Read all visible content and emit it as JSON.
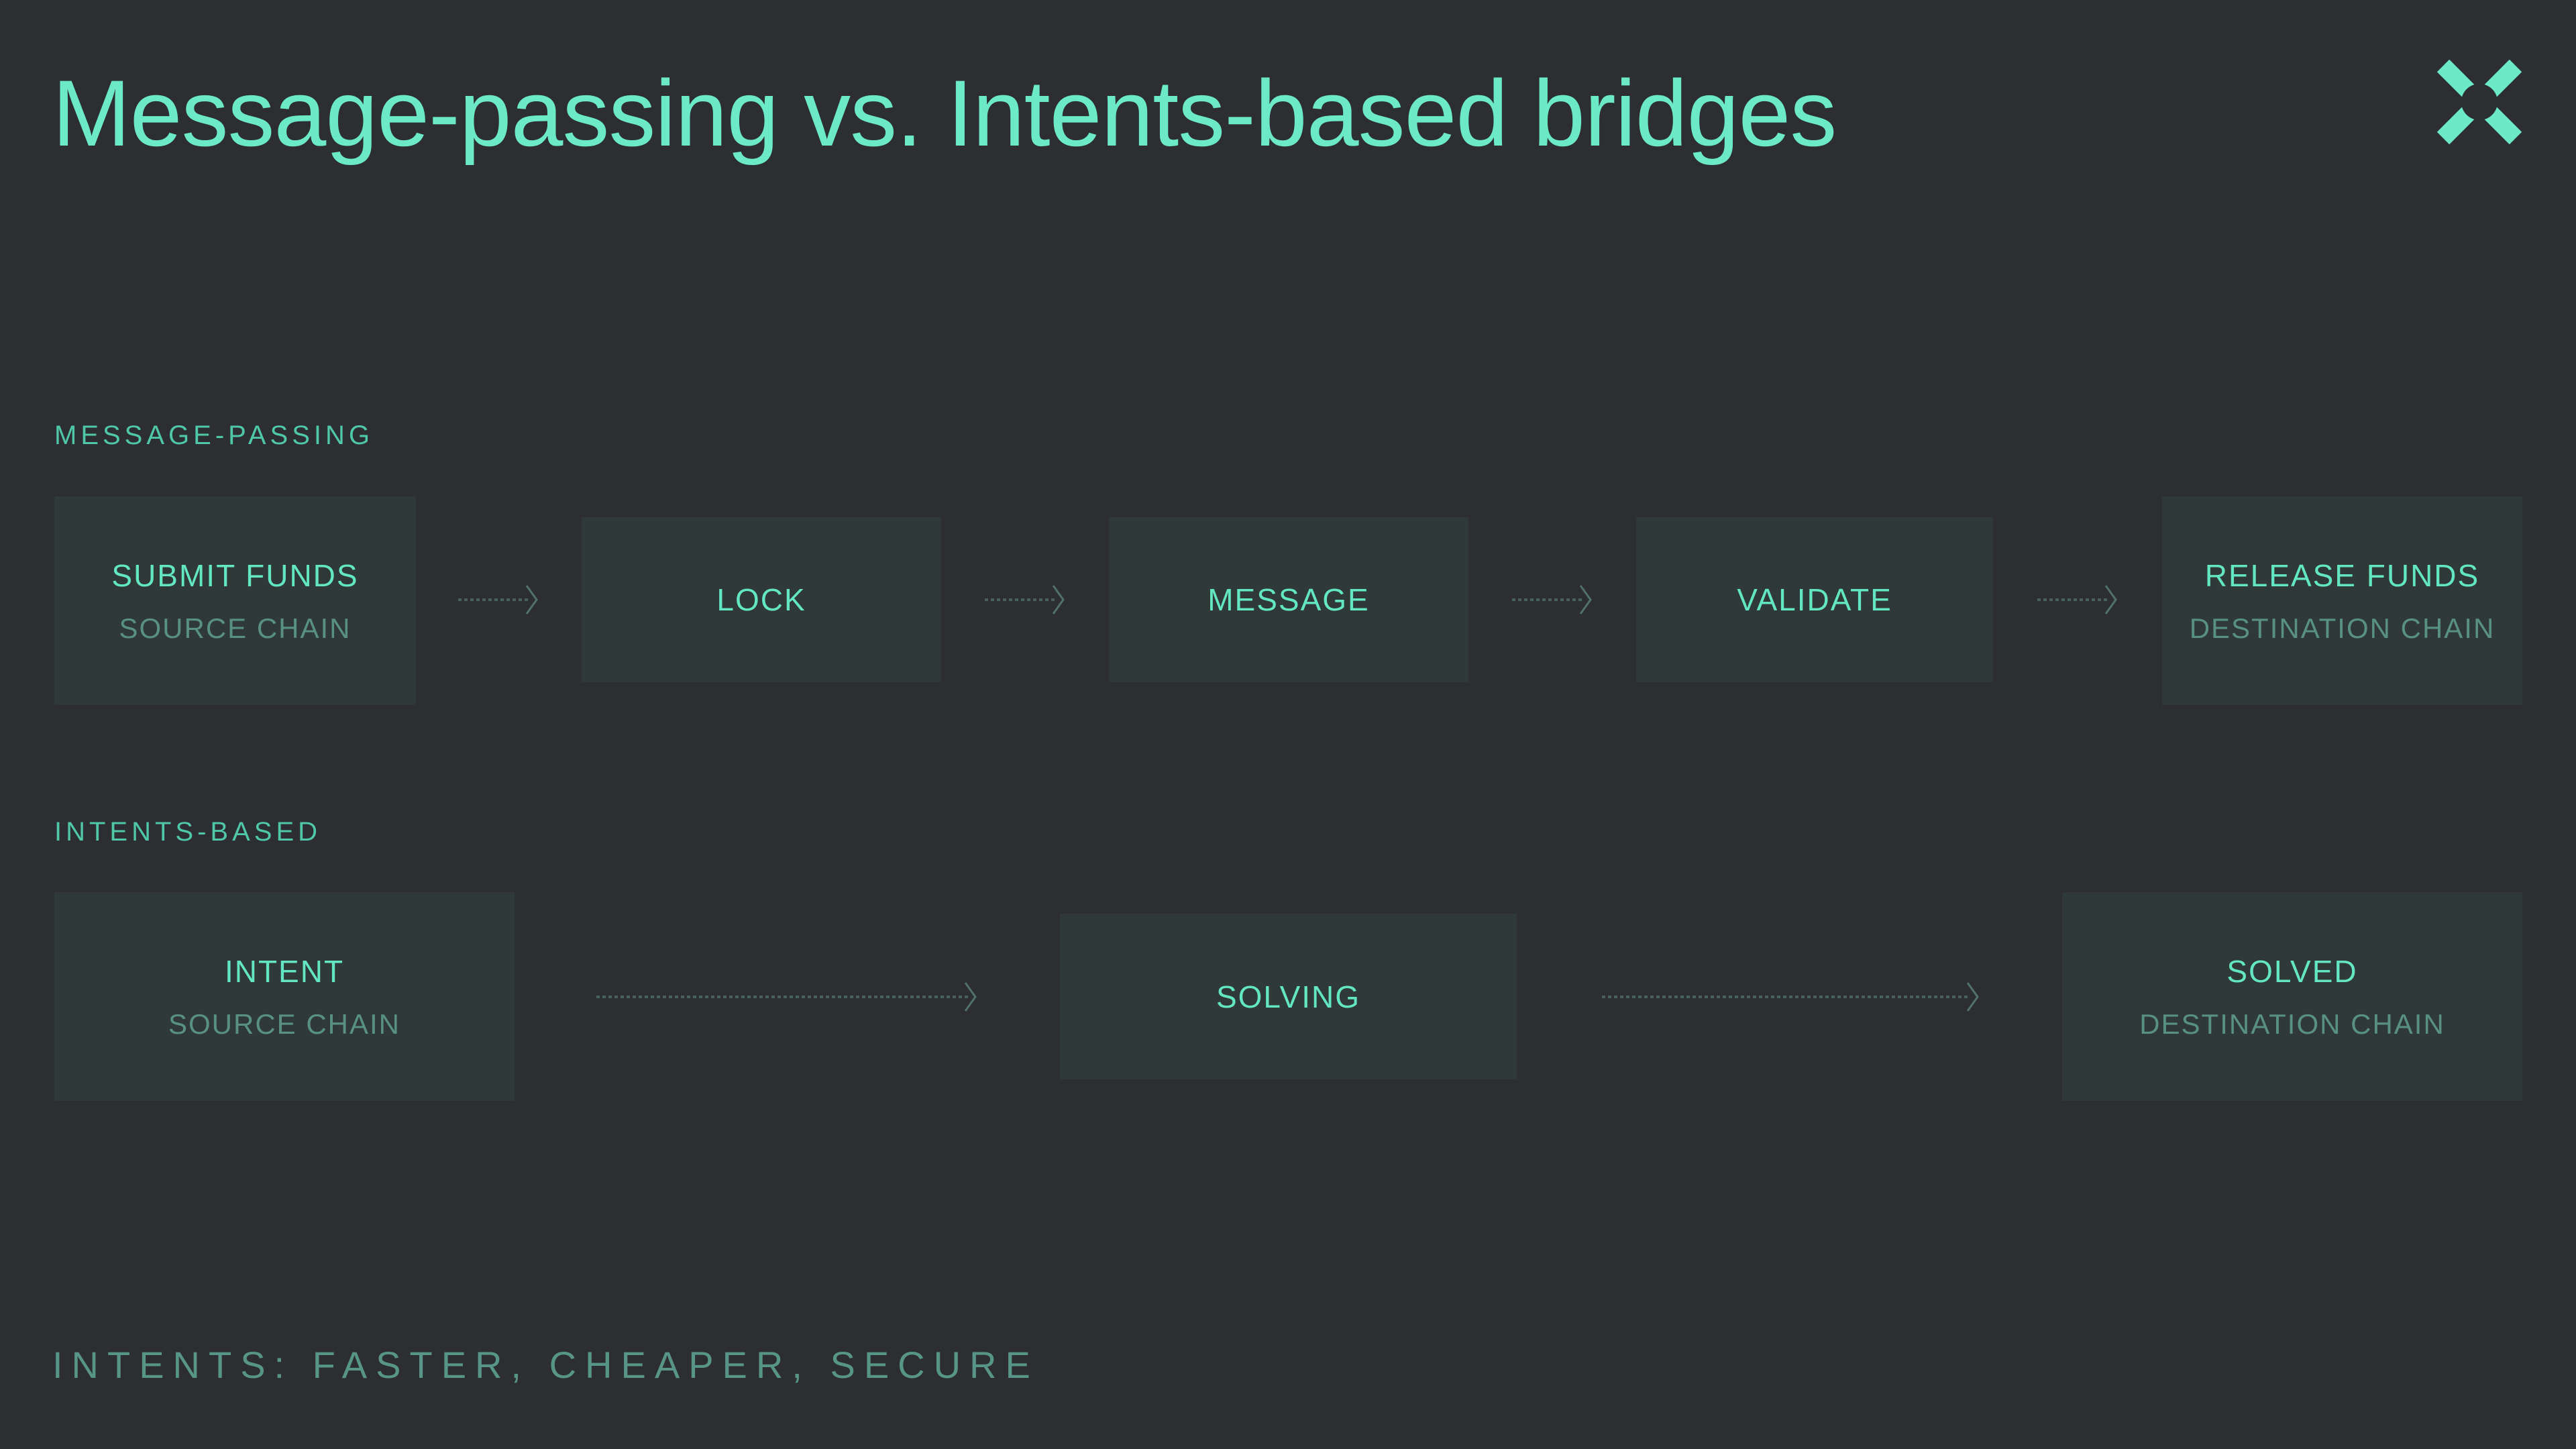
{
  "header": {
    "title": "Message-passing vs. Intents-based bridges",
    "logo_icon": "across-x-logo"
  },
  "sections": [
    {
      "label": "MESSAGE-PASSING",
      "steps": [
        {
          "title": "SUBMIT FUNDS",
          "subtitle": "SOURCE CHAIN"
        },
        {
          "title": "LOCK"
        },
        {
          "title": "MESSAGE"
        },
        {
          "title": "VALIDATE"
        },
        {
          "title": "RELEASE FUNDS",
          "subtitle": "DESTINATION CHAIN"
        }
      ]
    },
    {
      "label": "INTENTS-BASED",
      "steps": [
        {
          "title": "INTENT",
          "subtitle": "SOURCE CHAIN"
        },
        {
          "title": "SOLVING"
        },
        {
          "title": "SOLVED",
          "subtitle": "DESTINATION CHAIN"
        }
      ]
    }
  ],
  "footer": {
    "tagline": "INTENTS: FASTER, CHEAPER, SECURE"
  },
  "colors": {
    "bg": "#2c2e31",
    "box": "#2f3937",
    "title": "#6ceac6",
    "primary": "#62e7c2",
    "secondary": "#589180",
    "label": "#4fc8a8",
    "footer-text": "#579686",
    "arrow": "#46615b",
    "arrow-head": "#50726a"
  }
}
